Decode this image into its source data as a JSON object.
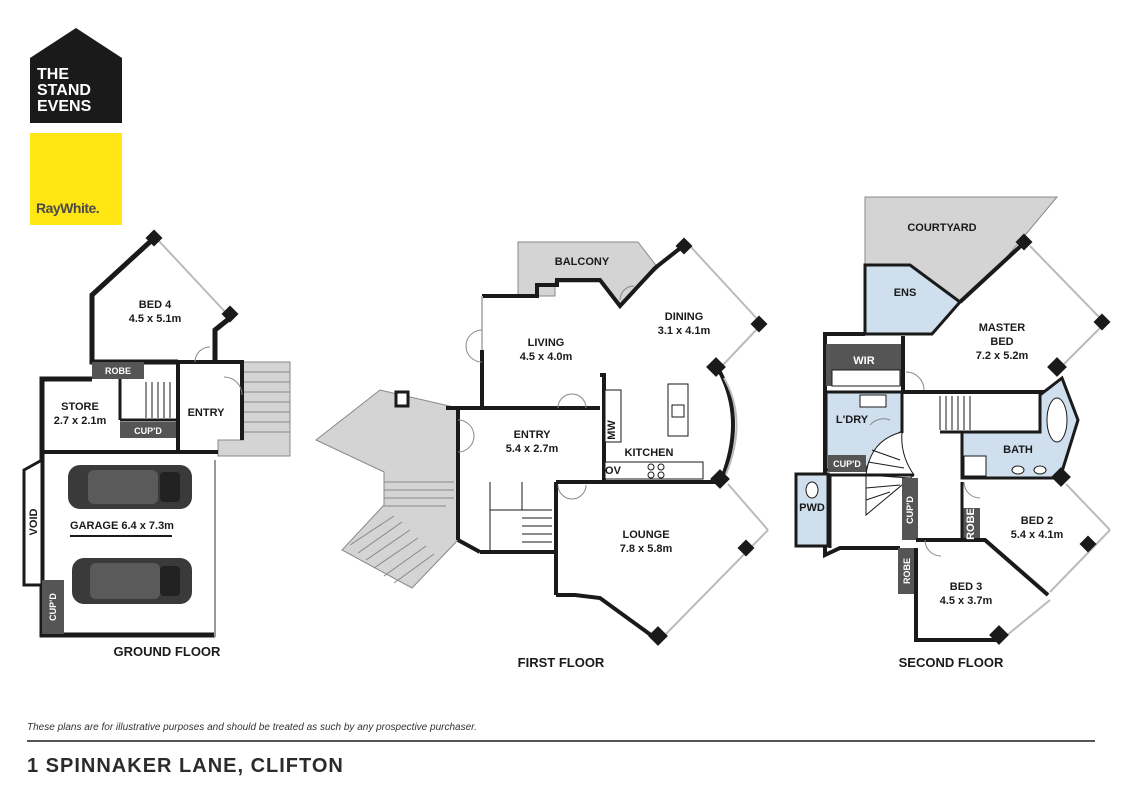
{
  "logos": {
    "agency_lines": [
      "THE",
      "STAND",
      "EVENS"
    ],
    "brand": "RayWhite."
  },
  "floors": {
    "ground": {
      "title": "GROUND FLOOR",
      "rooms": {
        "bed4": {
          "name": "BED 4",
          "dims": "4.5 x 5.1m"
        },
        "robe": "ROBE",
        "store": {
          "name": "STORE",
          "dims": "2.7 x 2.1m"
        },
        "cupd_top": "CUP'D",
        "entry": "ENTRY",
        "void": "VOID",
        "garage": "GARAGE 6.4 x 7.3m",
        "cupd_bottom": "CUP'D"
      }
    },
    "first": {
      "title": "FIRST FLOOR",
      "rooms": {
        "balcony": "BALCONY",
        "living": {
          "name": "LIVING",
          "dims": "4.5 x 4.0m"
        },
        "dining": {
          "name": "DINING",
          "dims": "3.1 x 4.1m"
        },
        "entry": {
          "name": "ENTRY",
          "dims": "5.4 x 2.7m"
        },
        "kitchen": "KITCHEN",
        "mw": "MW",
        "ov": "OV",
        "lounge": {
          "name": "LOUNGE",
          "dims": "7.8 x 5.8m"
        }
      }
    },
    "second": {
      "title": "SECOND FLOOR",
      "rooms": {
        "courtyard": "COURTYARD",
        "ens": "ENS",
        "master_bed": {
          "name_line1": "MASTER",
          "name_line2": "BED",
          "dims": "7.2 x 5.2m"
        },
        "wir": "WIR",
        "ldry": "L'DRY",
        "cupd_ldry": "CUP'D",
        "bath": "BATH",
        "pwd": "PWD",
        "cupd_vertical": "CUP'D",
        "robe_bed2": "ROBE",
        "bed2": {
          "name": "BED 2",
          "dims": "5.4 x 4.1m"
        },
        "robe_bed3": "ROBE",
        "bed3": {
          "name": "BED 3",
          "dims": "4.5 x 3.7m"
        }
      }
    }
  },
  "footer": {
    "disclaimer": "These plans are for illustrative purposes and should be treated as such by any prospective purchaser.",
    "address": "1 SPINNAKER LANE, CLIFTON"
  },
  "colors": {
    "wall": "#1a1a1a",
    "outdoor": "#d4d4d4",
    "wet_area": "#cfdfee",
    "robe": "#555555",
    "brand_yellow": "#ffe512",
    "window": "#bbbbbb"
  }
}
